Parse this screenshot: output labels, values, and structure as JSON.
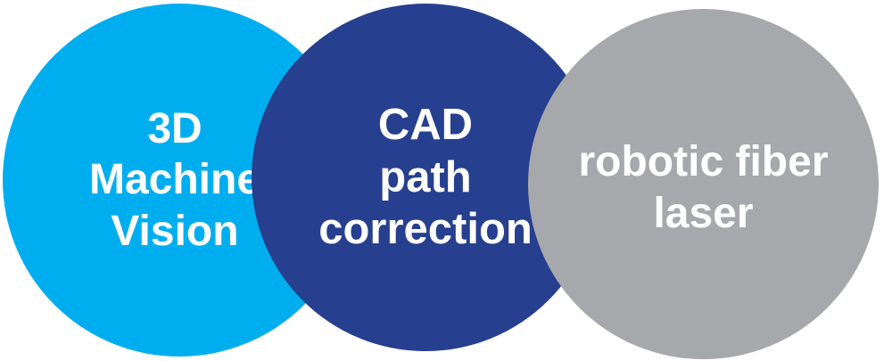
{
  "colors": {
    "circle_1": "#00aeef",
    "circle_2": "#263f8f",
    "circle_3": "#a7a8ab",
    "text": "#ffffff"
  },
  "circles": [
    {
      "lines": [
        "3D",
        "Machine",
        "Vision"
      ]
    },
    {
      "lines": [
        "CAD",
        "path",
        "correction"
      ]
    },
    {
      "lines": [
        "robotic fiber",
        "laser"
      ]
    }
  ]
}
